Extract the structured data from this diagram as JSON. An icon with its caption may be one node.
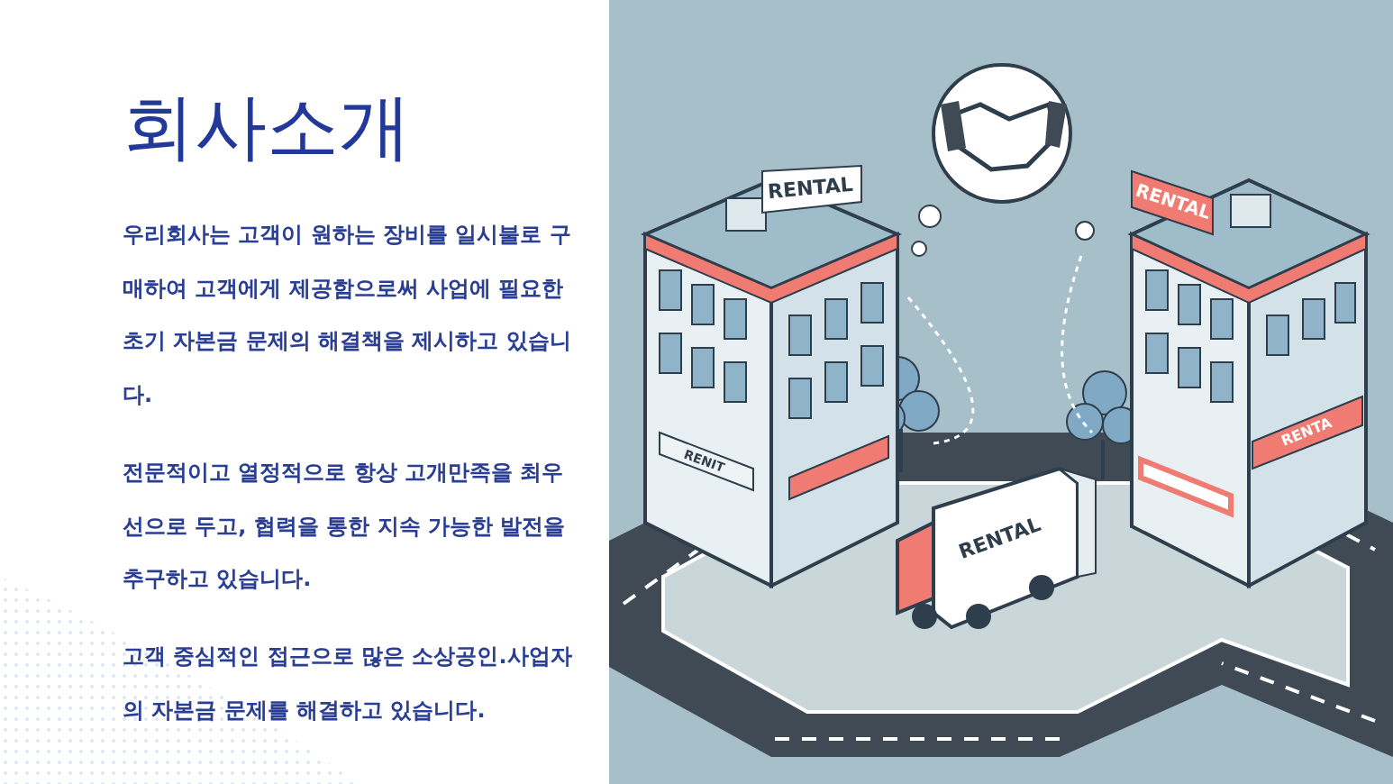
{
  "diagram": {
    "title": "회사소개",
    "labels": [
      "우리회사는 고객이 원하는 장비를 일시불로 구매하여 고객에게 제공함으로써 사업에 필요한 초기 자본금 문제의 해결책을 제시하고 있습니다.",
      "전문적이고 열정적으로 항상 고개만족을 최우선으로 두고, 협력을 통한 지속 가능한 발전을 추구하고 있습니다.",
      "고객 중심적인 접근으로 많은 소상공인.사업자의 자본금 문제를 해결하고 있습니다.",
      "RENTAL",
      "RENTAL",
      "RENIT",
      "RENTA",
      "RENTAL"
    ]
  }
}
